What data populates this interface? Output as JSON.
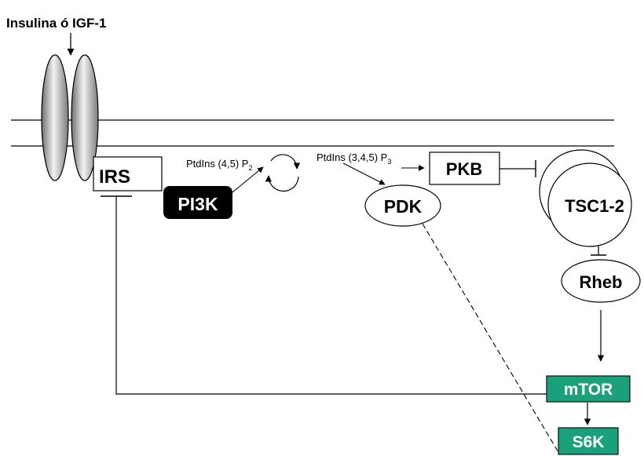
{
  "labels": {
    "ligand": "Insulina ó IGF-1",
    "irs": "IRS",
    "pi3k": "PI3K",
    "pip2_main": "PtdIns (4,5) P",
    "pip2_sub": "2",
    "pip3_main": "PtdIns (3,4,5) P",
    "pip3_sub": "3",
    "pkb": "PKB",
    "pdk": "PDK",
    "tsc": "TSC1-2",
    "rheb": "Rheb",
    "mtor": "mTOR",
    "s6k": "S6K"
  },
  "colors": {
    "kinase_fill": "#1aa07a",
    "kinase_text": "#ffffff",
    "pi3k_fill": "#000000",
    "pi3k_text": "#ffffff",
    "line": "#000000"
  }
}
